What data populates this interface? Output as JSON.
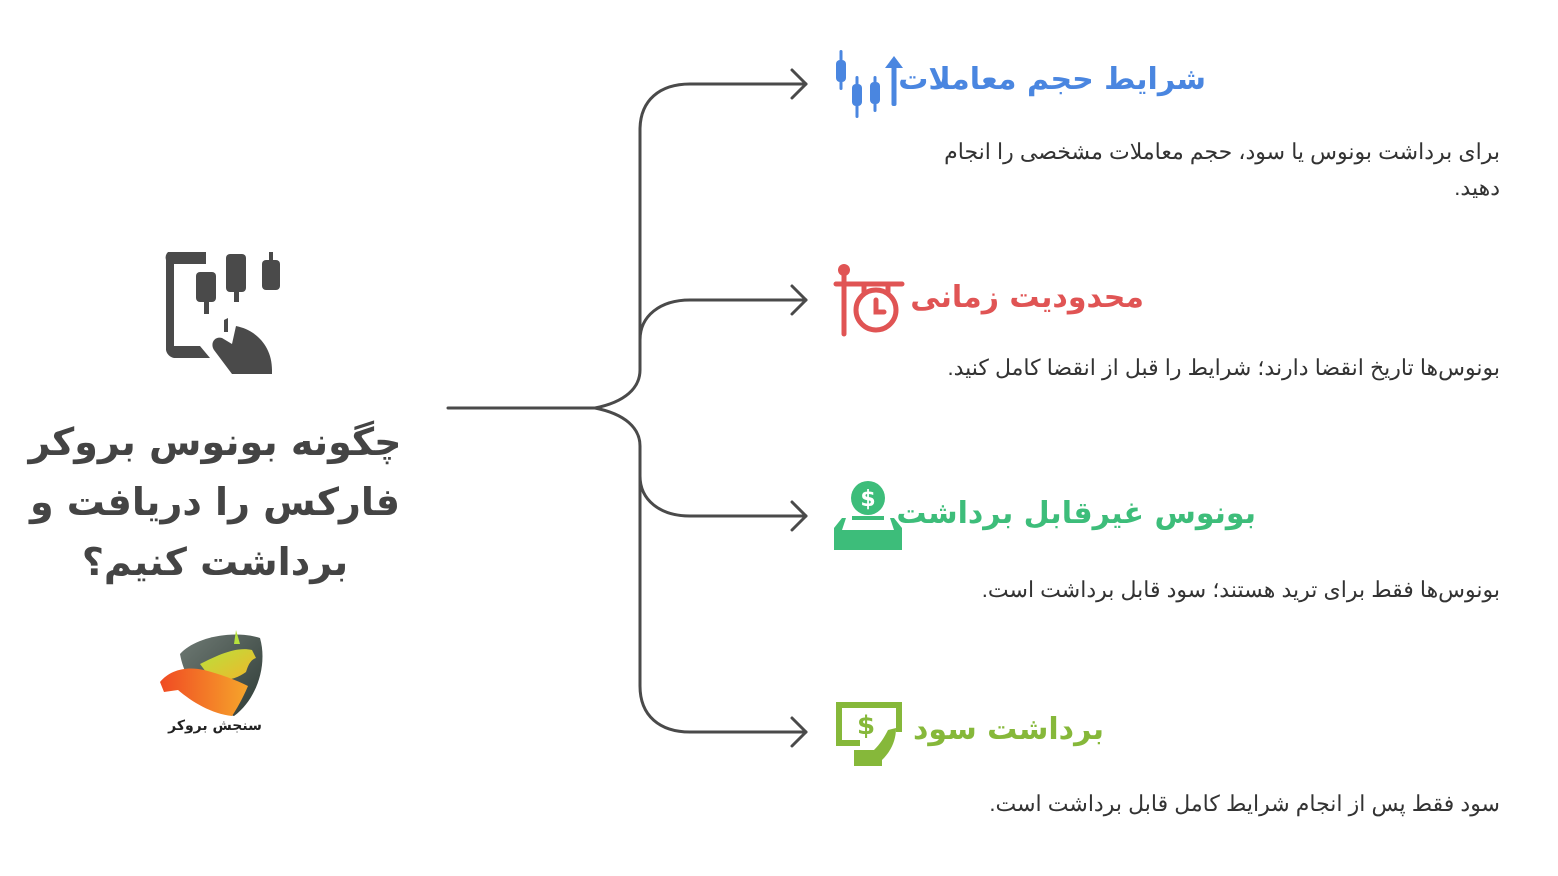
{
  "main": {
    "title": "چگونه بونوس بروکر فارکس را دریافت و برداشت کنیم؟",
    "icon": "mobile-trading-candlestick-hand-icon",
    "icon_color": "#4a4a4a",
    "logo": {
      "icon": "bull-bear-broker-logo",
      "text": "سنجش بروکر"
    }
  },
  "connector_color": "#4a4a4a",
  "branches": [
    {
      "title": "شرایط حجم معاملات",
      "description": "برای برداشت بونوس یا سود، حجم معاملات مشخصی را انجام دهید.",
      "icon": "candlestick-chart-arrow-up-icon",
      "color": "#4a86e0"
    },
    {
      "title": "محدودیت زمانی",
      "description": "بونوس‌ها تاریخ انقضا دارند؛ شرایط را قبل از انقضا کامل کنید.",
      "icon": "hanging-clock-sign-icon",
      "color": "#e05454"
    },
    {
      "title": "بونوس غیرقابل برداشت",
      "description": "بونوس‌ها فقط برای ترید هستند؛ سود قابل برداشت است.",
      "icon": "dollar-coin-deposit-box-icon",
      "color": "#3dbd7a"
    },
    {
      "title": "برداشت سود",
      "description": "سود فقط پس از انجام شرایط کامل قابل برداشت است.",
      "icon": "hand-receiving-dollar-bill-icon",
      "color": "#86b83a"
    }
  ]
}
